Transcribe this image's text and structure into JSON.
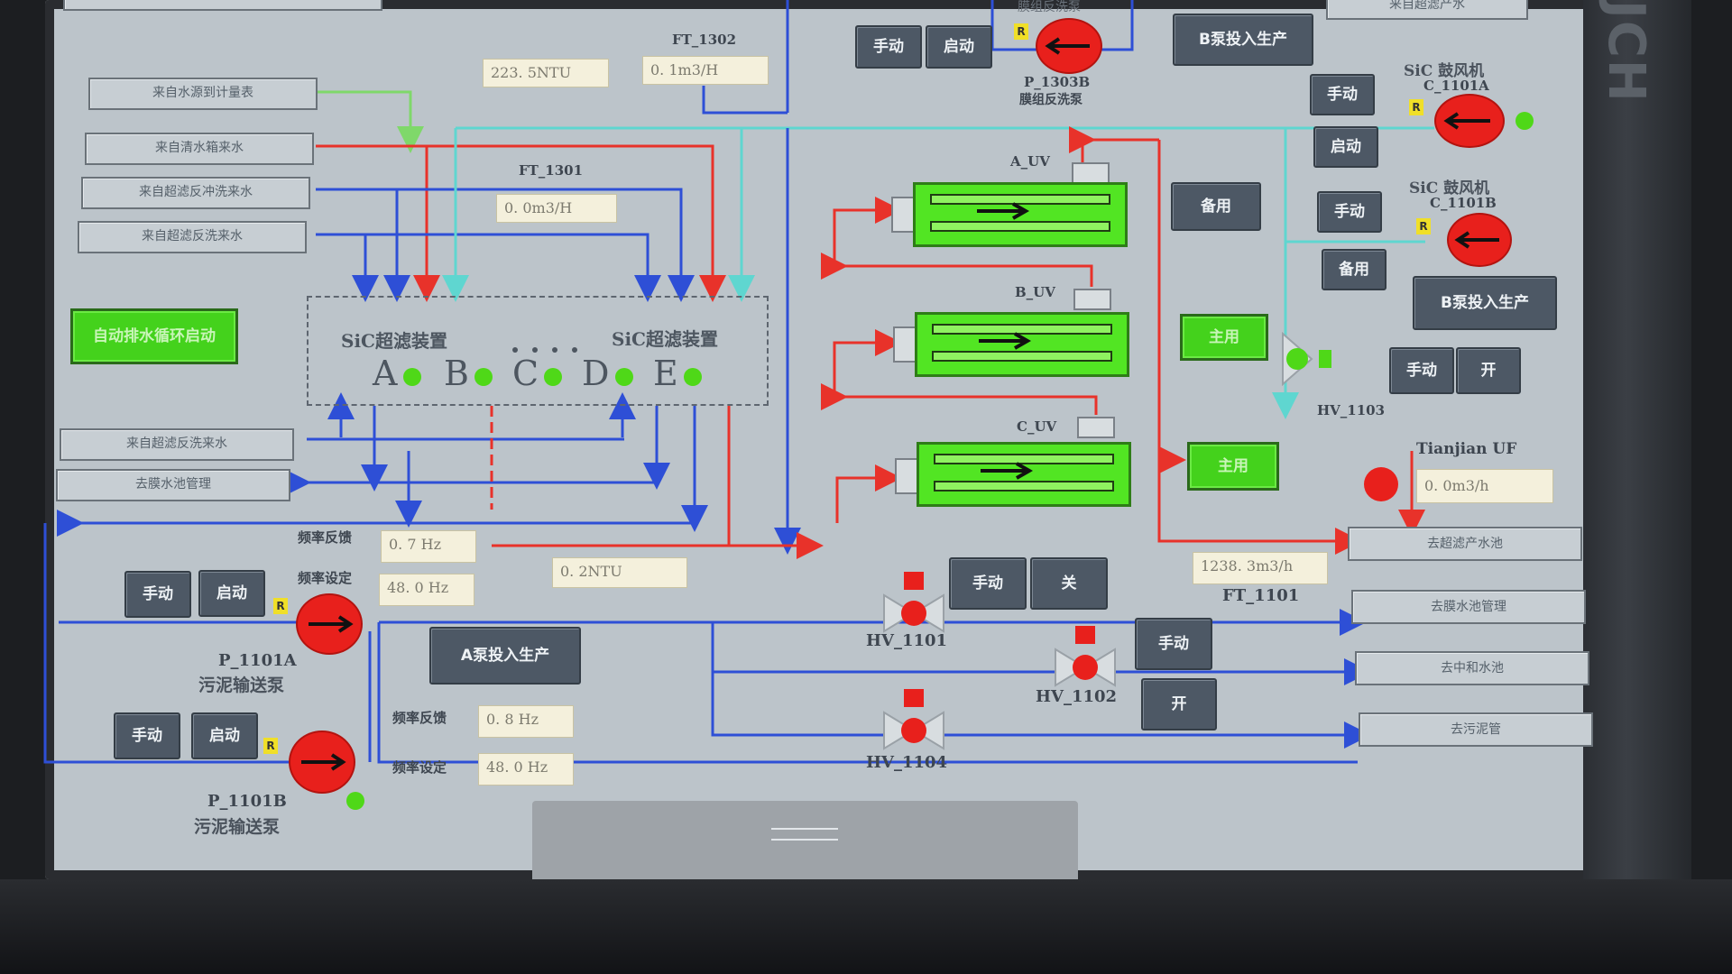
{
  "brand": "JCH",
  "left_boxes": [
    {
      "id": "top1",
      "label": "来自水源到计量表"
    },
    {
      "id": "top2",
      "label": "来自清水箱来水"
    },
    {
      "id": "top3",
      "label": "来自超滤反冲洗来水"
    },
    {
      "id": "top4",
      "label": "来自超滤反洗来水"
    },
    {
      "id": "mid1",
      "label": "来自超滤反洗来水"
    },
    {
      "id": "mid2",
      "label": "去膜水池管理"
    }
  ],
  "auto_cycle_button": "自动排水循环启动",
  "readouts": {
    "turbidity_in": "223. 5NTU",
    "ft_1302": "0. 1m3/H",
    "ft_1301": "0. 0m3/H",
    "turbidity_out": "0. 2NTU",
    "ft_1101": "1238. 3m3/h",
    "tianjian_uf": "0. 0m3/h",
    "p1101a_feedback": "0. 7  Hz",
    "p1101a_setpoint": "48. 0  Hz",
    "p1101b_feedback": "0. 8  Hz",
    "p1101b_setpoint": "48. 0  Hz"
  },
  "tags": {
    "ft_1302": "FT_1302",
    "ft_1301": "FT_1301",
    "ft_1101": "FT_1101",
    "p_1303b": "P_1303B",
    "p_1303b_desc": "膜组反洗泵",
    "p_1303b_top": "膜组反洗泵",
    "c_1101a_title": "SiC 鼓风机",
    "c_1101a": "C_1101A",
    "c_1101b_title": "SiC 鼓风机",
    "c_1101b": "C_1101B",
    "a_uv": "A_UV",
    "b_uv": "B_UV",
    "c_uv": "C_UV",
    "hv_1101": "HV_1101",
    "hv_1102": "HV_1102",
    "hv_1103": "HV_1103",
    "hv_1104": "HV_1104",
    "tianjian_uf": "Tianjian UF",
    "p_1101a": "P_1101A",
    "p_1101a_desc": "污泥输送泵",
    "p_1101b": "P_1101B",
    "p_1101b_desc": "污泥输送泵",
    "freq_feedback": "频率反馈",
    "freq_setpoint": "频率设定"
  },
  "sic": {
    "title_left": "SiC超滤装置",
    "title_right": "SiC超滤装置",
    "units": [
      "A",
      "B",
      "C",
      "D",
      "E"
    ]
  },
  "buttons": {
    "manual": "手动",
    "start": "启动",
    "standby": "备用",
    "main": "主用",
    "close": "关",
    "open": "开",
    "b_pump_production": "B泵投入生产",
    "a_pump_production": "A泵投入生产",
    "b_pump_production_2": "B泵投入生产"
  },
  "right_boxes": [
    {
      "id": "r1",
      "label": "去超滤产水池"
    },
    {
      "id": "r2",
      "label": "去膜水池管理"
    },
    {
      "id": "r3",
      "label": "去中和水池"
    },
    {
      "id": "r4",
      "label": "去污泥管"
    }
  ],
  "top_right_box": "来自超滤产水",
  "top_left_box": "",
  "rtag": "R",
  "colors": {
    "red_line": "#e8322a",
    "blue_line": "#2e4fd6",
    "cyan_line": "#5fd6d0",
    "green_line": "#7fd86a",
    "running": "#4fd818",
    "pump_red": "#e8201c"
  }
}
